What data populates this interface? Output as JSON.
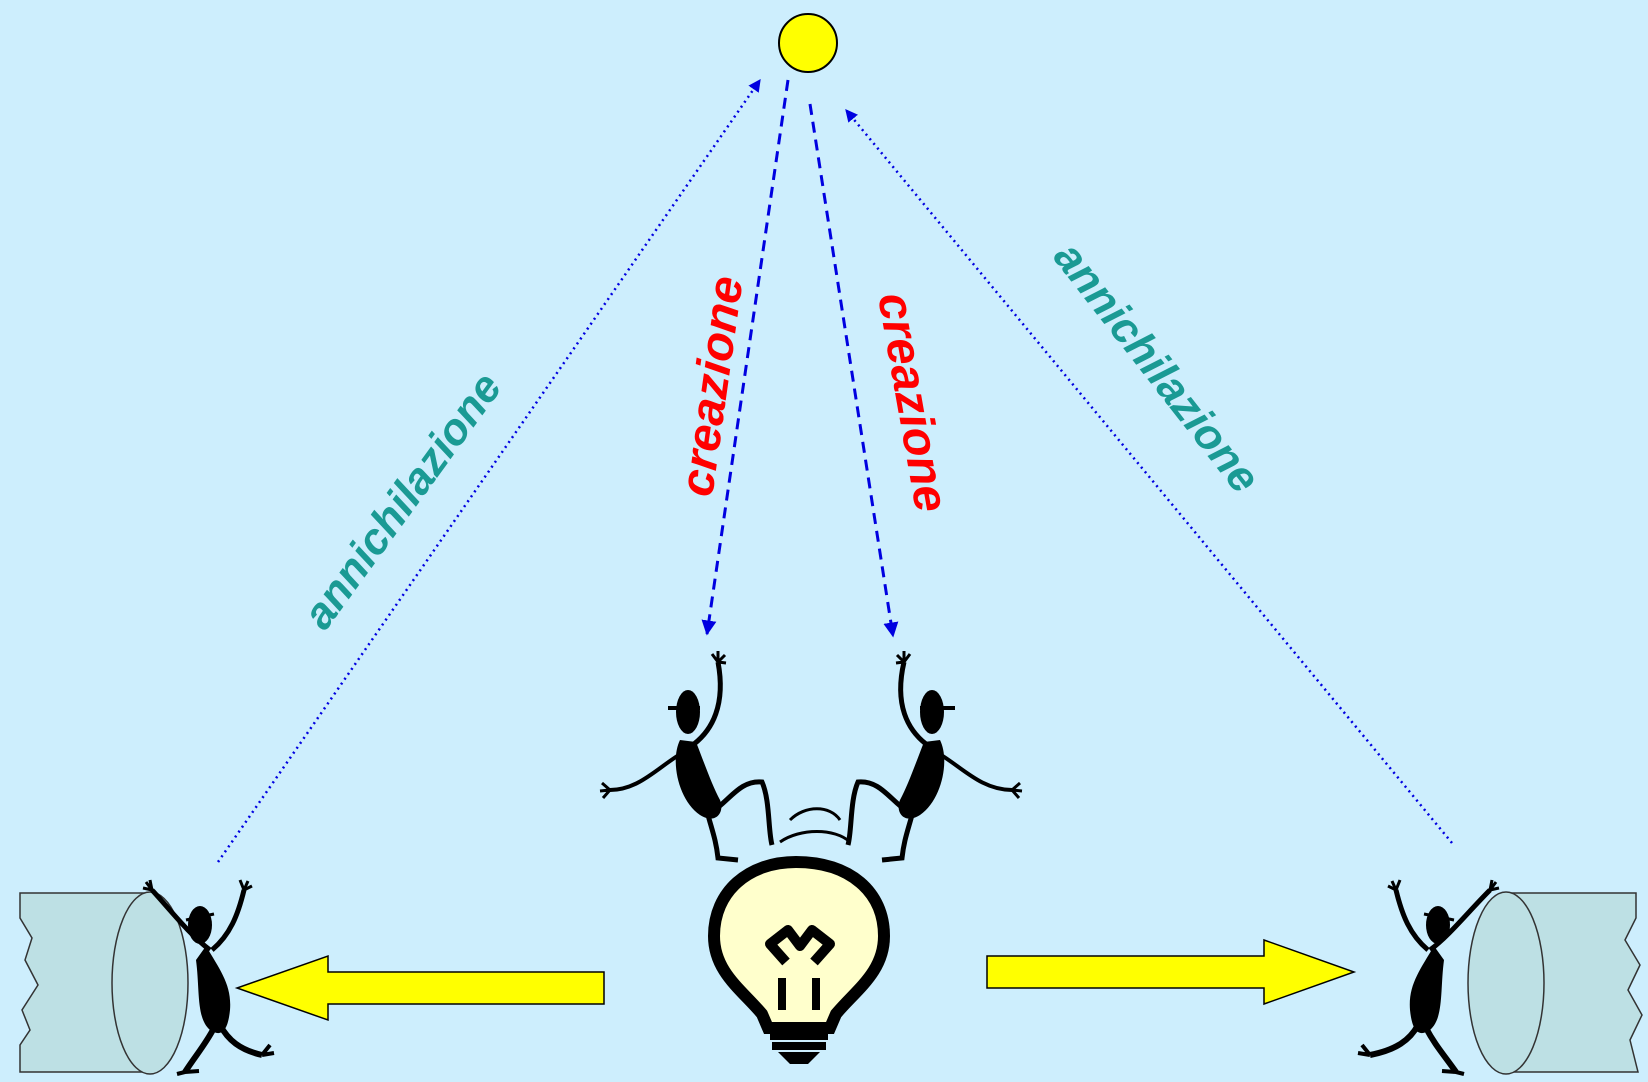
{
  "diagram": {
    "labels": {
      "annihilation_left": "annichilazione",
      "creation_left": "creazione",
      "creation_right": "creazione",
      "annihilation_right": "annichilazione"
    },
    "colors": {
      "background": "#cdeefd",
      "annihilation_text": "#1a9a94",
      "creation_text": "#ff0000",
      "arrow_lines": "#0000e0",
      "sun": "#ffff00",
      "big_arrows": "#ffff00",
      "bulb": "#ffffcc",
      "walls": "#bde0e4"
    },
    "icons": {
      "sun": "sun-circle",
      "bulb": "light-bulb",
      "figures": "stick-figure-silhouette",
      "walls": "broken-wall-cylinder"
    }
  }
}
